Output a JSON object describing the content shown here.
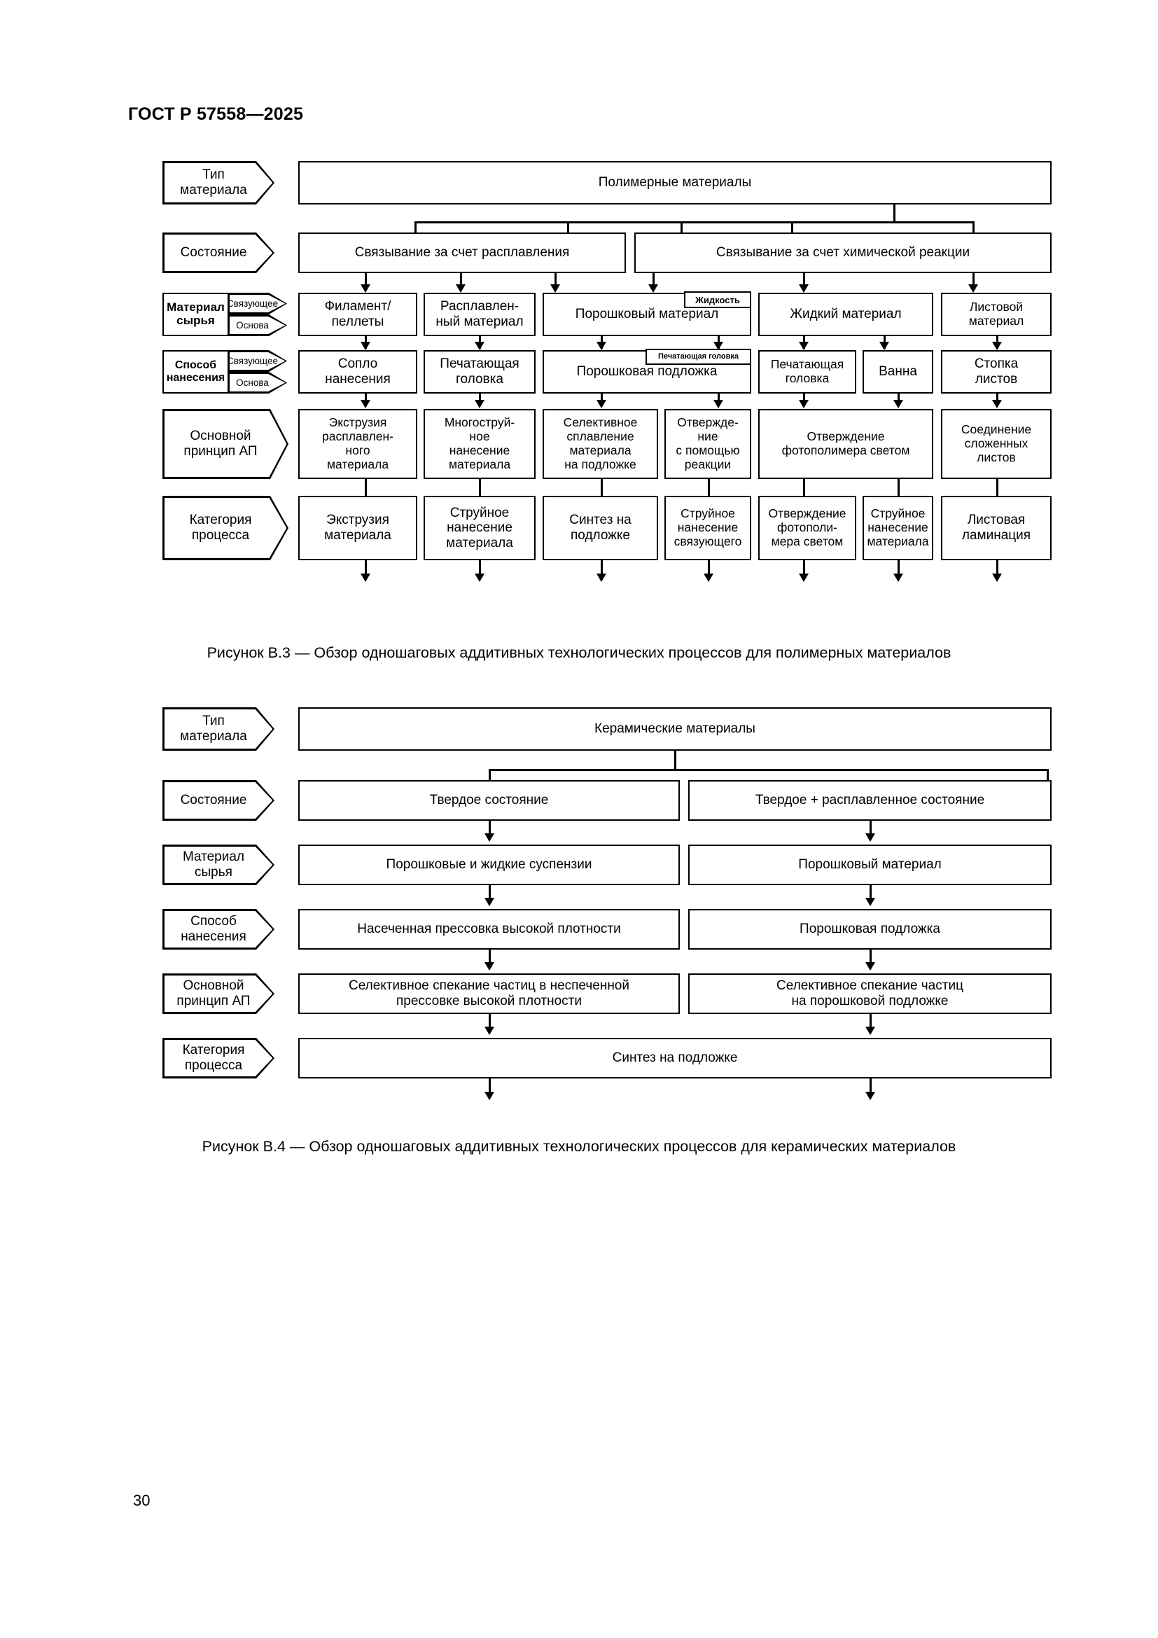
{
  "document": {
    "header": "ГОСТ Р 57558—2025",
    "page_number": "30"
  },
  "figures": [
    {
      "id": "B.3",
      "caption": "Рисунок В.3 — Обзор одношаговых аддитивных технологических процессов для полимерных материалов",
      "row_labels": [
        {
          "main": "Тип\nматериала"
        },
        {
          "main": "Состояние"
        },
        {
          "main": "Материал\nсырья",
          "sub_top": "Связующее",
          "sub_bottom": "Основа"
        },
        {
          "main": "Способ\nнанесения",
          "sub_top": "Связующее",
          "sub_bottom": "Основа"
        },
        {
          "main": "Основной\nпринцип АП"
        },
        {
          "main": "Категория\nпроцесса"
        }
      ],
      "row1": [
        "Полимерные материалы"
      ],
      "row2": [
        "Связывание за счет расплавления",
        "Связывание за счет химической реакции"
      ],
      "row3": [
        "Филамент/\nпеллеты",
        "Расплавлен-\nный материал",
        "Порошковый материал",
        "Жидкий материал",
        "Листовой\nматериал"
      ],
      "row3_tag": "Жидкость",
      "row4": [
        "Сопло\nнанесения",
        "Печатающая\nголовка",
        "Порошковая подложка",
        "Печатающая\nголовка",
        "Ванна",
        "Стопка\nлистов"
      ],
      "row4_tag": "Печатающая головка",
      "row5": [
        "Экструзия\nрасплавлен-\nного\nматериала",
        "Многоструй-\nное\nнанесение\nматериала",
        "Селективное\nсплавление\nматериала\nна подложке",
        "Отвержде-\nние\nс помощью\nреакции",
        "Отверждение\nфотополимера светом",
        "Соединение\nсложенных\nлистов"
      ],
      "row6": [
        "Экструзия\nматериала",
        "Струйное\nнанесение\nматериала",
        "Синтез на\nподложке",
        "Струйное\nнанесение\nсвязующего",
        "Отверждение\nфотополи-\nмера светом",
        "Струйное\nнанесение\nматериала",
        "Листовая\nламинация"
      ]
    },
    {
      "id": "B.4",
      "caption": "Рисунок В.4 — Обзор одношаговых аддитивных технологических процессов для керамических материалов",
      "row_labels": [
        {
          "main": "Тип\nматериала"
        },
        {
          "main": "Состояние"
        },
        {
          "main": "Материал\nсырья"
        },
        {
          "main": "Способ\nнанесения"
        },
        {
          "main": "Основной\nпринцип АП"
        },
        {
          "main": "Категория\nпроцесса"
        }
      ],
      "row1": [
        "Керамические материалы"
      ],
      "row2": [
        "Твердое состояние",
        "Твердое + расплавленное состояние"
      ],
      "row3": [
        "Порошковые и жидкие суспензии",
        "Порошковый материал"
      ],
      "row4": [
        "Насеченная прессовка высокой плотности",
        "Порошковая подложка"
      ],
      "row5": [
        "Селективное спекание частиц в неспеченной\nпрессовке высокой плотности",
        "Селективное спекание частиц\nна порошковой подложке"
      ],
      "row6": [
        "Синтез на подложке"
      ]
    }
  ],
  "colors": {
    "ink": "#000000",
    "paper": "#ffffff"
  }
}
